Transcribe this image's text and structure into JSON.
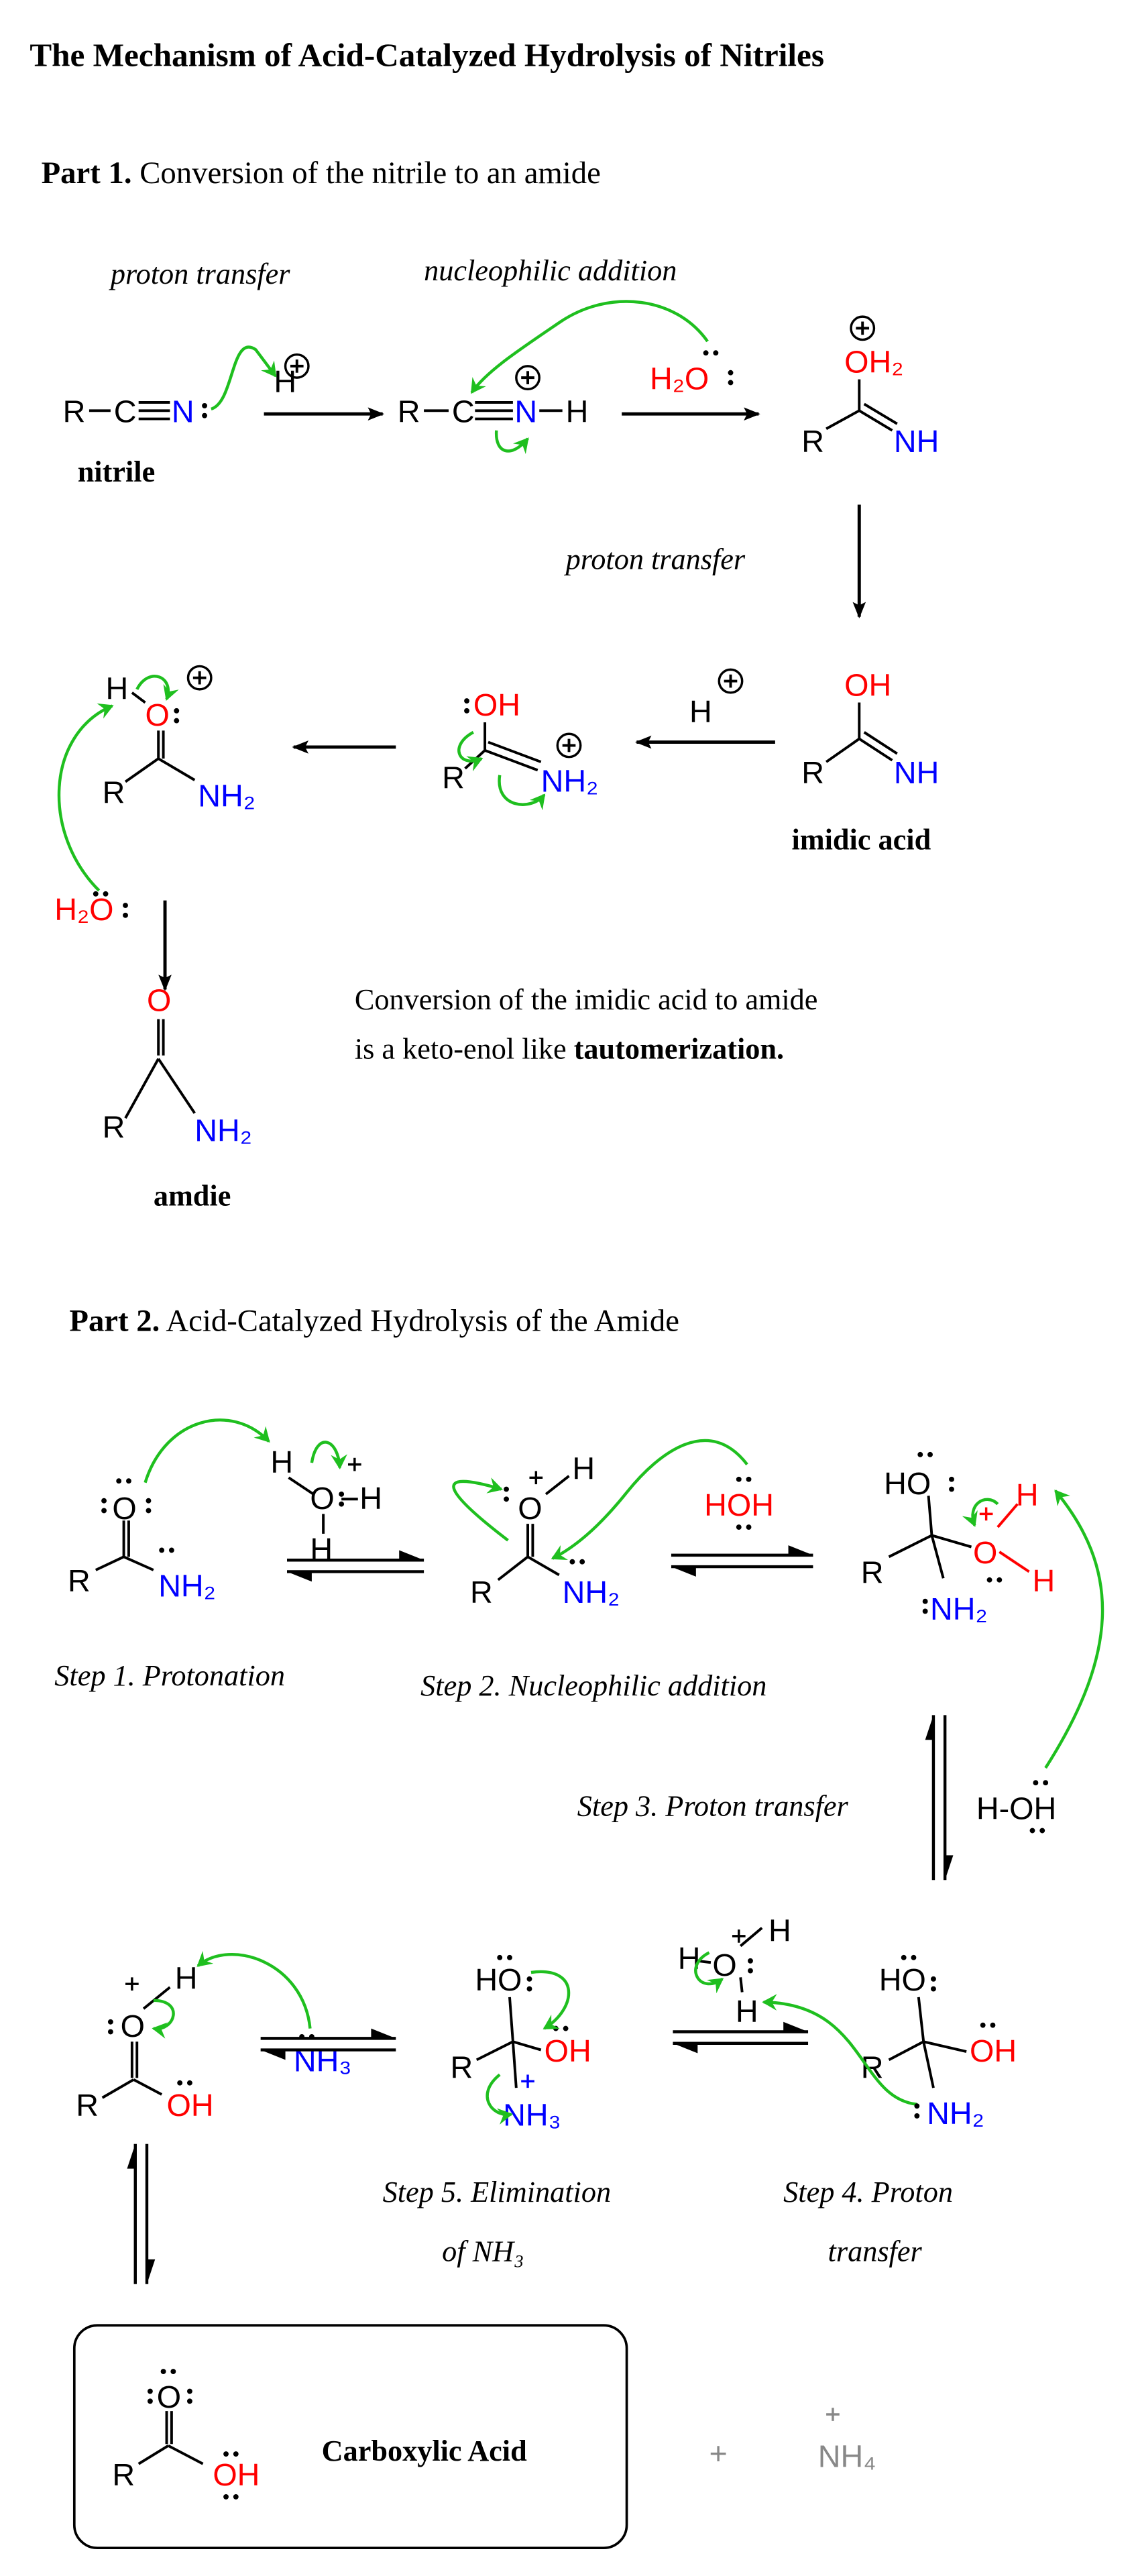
{
  "title": "The Mechanism of Acid-Catalyzed Hydrolysis of Nitriles",
  "colors": {
    "arrow_green": "#1fbf1f",
    "oxygen_red": "#ff0000",
    "nitrogen_blue": "#0000ff"
  },
  "part1": {
    "label": "Part 1.",
    "heading": " Conversion of the nitrile to an amide",
    "steps": {
      "proton_transfer_1": "proton transfer",
      "nucleophilic_addition": "nucleophilic addition",
      "proton_transfer_2": "proton transfer"
    },
    "names": {
      "nitrile": "nitrile",
      "imidic_acid": "imidic acid",
      "amide": "amdie"
    },
    "note": {
      "line1": "Conversion of the imidic acid to amide",
      "line2": "is a keto-enol like ",
      "emphasis": "tautomerization."
    },
    "molecules": {
      "nitrile": [
        "R",
        "C",
        "N"
      ],
      "proton": [
        "H"
      ],
      "nitrilium": [
        "R",
        "C",
        "N",
        "H"
      ],
      "water": [
        "H₂O"
      ],
      "adduct": [
        "OH₂",
        "R",
        "NH"
      ],
      "imidic_acid": [
        "OH",
        "R",
        "NH"
      ],
      "proton2": [
        "H"
      ],
      "protonated_imidic": [
        "OH",
        "R",
        "NH₂"
      ],
      "protonated_amide": [
        "H",
        "O",
        "R",
        "NH₂"
      ],
      "water2": [
        "H₂O"
      ],
      "amide": [
        "O",
        "R",
        "NH₂"
      ]
    }
  },
  "part2": {
    "label": "Part 2.",
    "heading": " Acid-Catalyzed Hydrolysis of the Amide",
    "steps": {
      "step1": "Step 1. Protonation",
      "step2": "Step 2. Nucleophilic addition",
      "step3": "Step 3. Proton transfer",
      "step4_line1": "Step 4. Proton",
      "step4_line2": "transfer",
      "step5_line1": "Step 5. Elimination",
      "step5_line2": "of NH₃"
    },
    "molecules": {
      "amide": [
        "O",
        "R",
        "NH₂"
      ],
      "hydronium": [
        "H",
        "O",
        "H",
        "H"
      ],
      "protonated_amide": [
        "O",
        "H",
        "R",
        "NH₂"
      ],
      "water": [
        "HOH"
      ],
      "tetrahedral_1": [
        "HO",
        "R",
        "O",
        "H",
        "H",
        "NH₂"
      ],
      "water2": [
        "H-OH"
      ],
      "hydronium2": [
        "H",
        "O",
        "H",
        "H"
      ],
      "tetrahedral_2": [
        "HO",
        "R",
        "OH",
        "NH₂"
      ],
      "tetrahedral_3": [
        "HO",
        "R",
        "OH",
        "NH₃"
      ],
      "ammonia": [
        "NH₃"
      ],
      "protonated_acid": [
        "O",
        "H",
        "R",
        "OH"
      ],
      "carboxylic_acid": [
        "O",
        "R",
        "OH"
      ]
    },
    "product_name": "Carboxylic Acid",
    "plus": "+",
    "ammonium": "NH₄"
  }
}
